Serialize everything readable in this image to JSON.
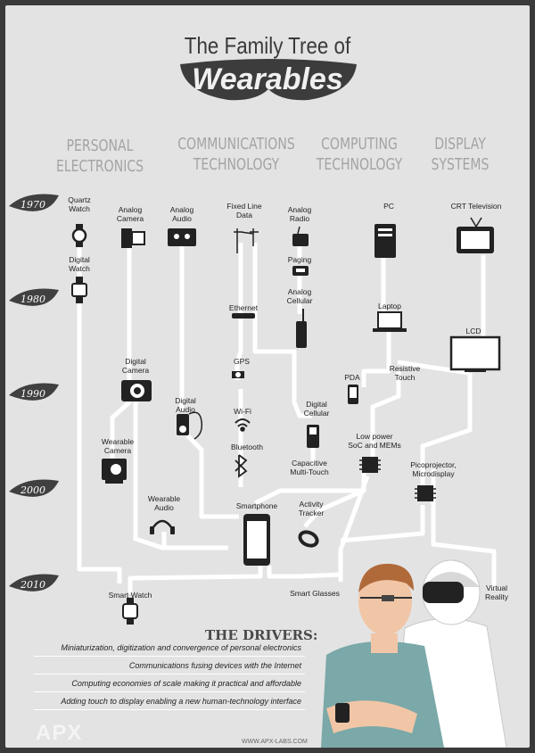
{
  "title": {
    "line1": "The Family Tree of",
    "line2": "Wearables"
  },
  "categories": [
    "PERSONAL\nELECTRONICS",
    "COMMUNICATIONS\nTECHNOLOGY",
    "COMPUTING\nTECHNOLOGY",
    "DISPLAY\nSYSTEMS"
  ],
  "years": [
    "1970",
    "1980",
    "1990",
    "2000",
    "2010"
  ],
  "nodes": {
    "quartz_watch": "Quartz\nWatch",
    "digital_watch": "Digital\nWatch",
    "analog_camera": "Analog\nCamera",
    "analog_audio": "Analog\nAudio",
    "fixed_line_data": "Fixed Line\nData",
    "analog_radio": "Analog\nRadio",
    "paging": "Paging",
    "analog_cellular": "Analog\nCellular",
    "pc": "PC",
    "crt_television": "CRT Television",
    "ethernet": "Ethernet",
    "laptop": "Laptop",
    "lcd": "LCD",
    "digital_camera": "Digital\nCamera",
    "gps": "GPS",
    "pda": "PDA",
    "resistive_touch": "Resistive\nTouch",
    "digital_audio": "Digital\nAudio",
    "wifi": "Wi-Fi",
    "digital_cellular": "Digital\nCellular",
    "wearable_camera": "Wearable\nCamera",
    "bluetooth": "Bluetooth",
    "low_power_soc": "Low power\nSoC and MEMs",
    "capacitive_multitouch": "Capacitive\nMulti-Touch",
    "picoprojector": "Picoprojector,\nMicrodisplay",
    "wearable_audio": "Wearable\nAudio",
    "smartphone": "Smartphone",
    "activity_tracker": "Activity\nTracker",
    "smart_watch": "Smart Watch",
    "smart_glasses": "Smart Glasses",
    "virtual_reality": "Virtual\nReality"
  },
  "drivers": {
    "heading": "THE DRIVERS:",
    "items": [
      "Miniaturization, digitization and convergence of personal electronics",
      "Communications fusing devices with the Internet",
      "Computing economies of scale making it practical and affordable",
      "Adding touch to display enabling a new human-technology interface"
    ]
  },
  "footer": {
    "logo": "APX",
    "url": "WWW.APX-LABS.COM"
  },
  "colors": {
    "background": "#e3e3e3",
    "frame": "#3a3a3a",
    "branch": "#ffffff",
    "icon": "#222222",
    "heading": "#a4a4a4"
  }
}
